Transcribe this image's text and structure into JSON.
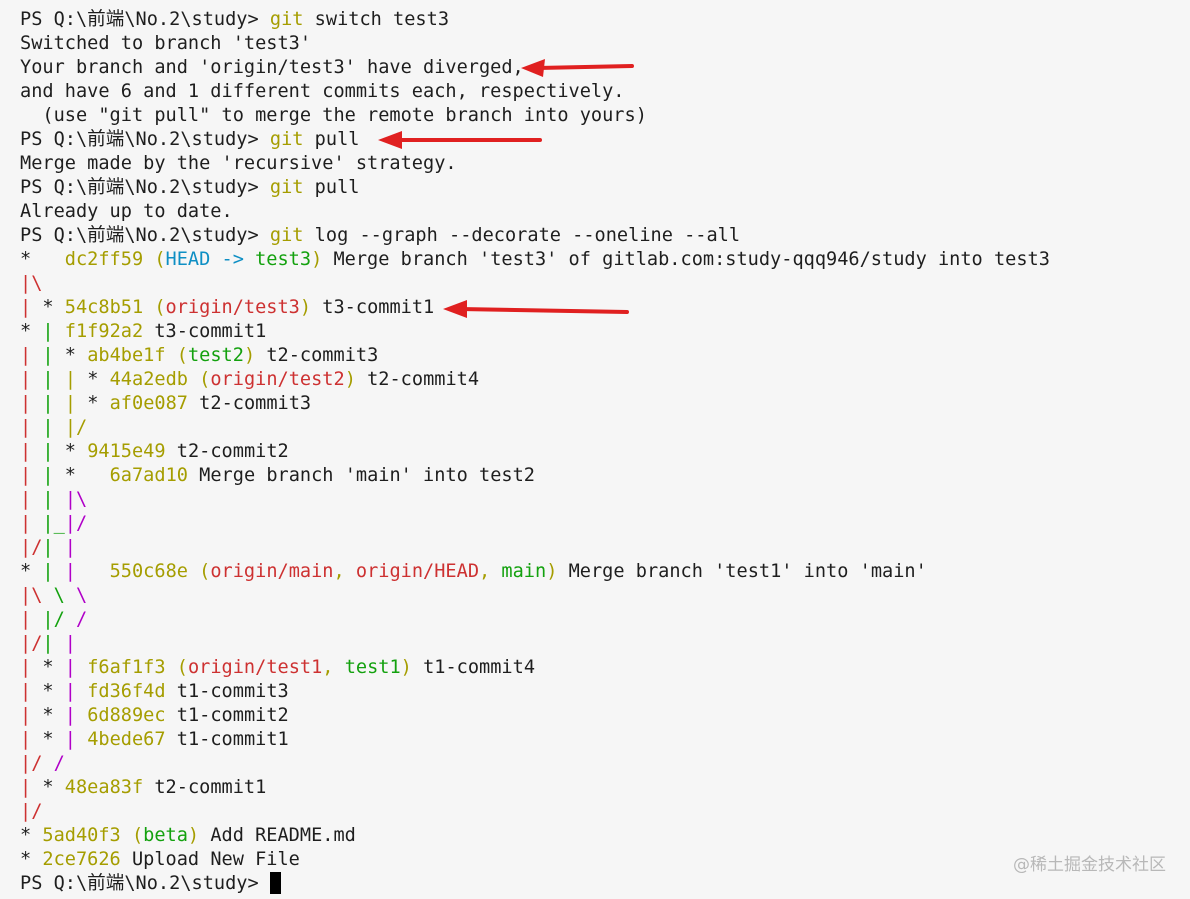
{
  "terminal": {
    "lines": [
      [
        {
          "t": "PS Q:\\前端\\No.2\\study> "
        },
        {
          "t": "git",
          "c": "y"
        },
        {
          "t": " switch test3"
        }
      ],
      [
        {
          "t": "Switched to branch 'test3'"
        }
      ],
      [
        {
          "t": "Your branch and 'origin/test3' have diverged,"
        }
      ],
      [
        {
          "t": "and have 6 and 1 different commits each, respectively."
        }
      ],
      [
        {
          "t": "  (use \"git pull\" to merge the remote branch into yours)"
        }
      ],
      [
        {
          "t": "PS Q:\\前端\\No.2\\study> "
        },
        {
          "t": "git",
          "c": "y"
        },
        {
          "t": " pull"
        }
      ],
      [
        {
          "t": "Merge made by the 'recursive' strategy."
        }
      ],
      [
        {
          "t": "PS Q:\\前端\\No.2\\study> "
        },
        {
          "t": "git",
          "c": "y"
        },
        {
          "t": " pull"
        }
      ],
      [
        {
          "t": "Already up to date."
        }
      ],
      [
        {
          "t": "PS Q:\\前端\\No.2\\study> "
        },
        {
          "t": "git",
          "c": "y"
        },
        {
          "t": " log --graph --decorate --oneline --all"
        }
      ],
      [
        {
          "t": "*   "
        },
        {
          "t": "dc2ff59 (",
          "c": "y"
        },
        {
          "t": "HEAD -> ",
          "c": "c"
        },
        {
          "t": "test3",
          "c": "g"
        },
        {
          "t": ")",
          "c": "y"
        },
        {
          "t": " Merge branch 'test3' of gitlab.com:study-qqq946/study into test3"
        }
      ],
      [
        {
          "t": "|\\",
          "c": "r"
        }
      ],
      [
        {
          "t": "|",
          "c": "r"
        },
        {
          "t": " * "
        },
        {
          "t": "54c8b51 (",
          "c": "y"
        },
        {
          "t": "origin/test3",
          "c": "r"
        },
        {
          "t": ")",
          "c": "y"
        },
        {
          "t": " t3-commit1"
        }
      ],
      [
        {
          "t": "* "
        },
        {
          "t": "|",
          "c": "g"
        },
        {
          "t": " "
        },
        {
          "t": "f1f92a2",
          "c": "y"
        },
        {
          "t": " t3-commit1"
        }
      ],
      [
        {
          "t": "|",
          "c": "r"
        },
        {
          "t": " "
        },
        {
          "t": "|",
          "c": "g"
        },
        {
          "t": " * "
        },
        {
          "t": "ab4be1f (",
          "c": "y"
        },
        {
          "t": "test2",
          "c": "g"
        },
        {
          "t": ")",
          "c": "y"
        },
        {
          "t": " t2-commit3"
        }
      ],
      [
        {
          "t": "|",
          "c": "r"
        },
        {
          "t": " "
        },
        {
          "t": "|",
          "c": "g"
        },
        {
          "t": " "
        },
        {
          "t": "|",
          "c": "y"
        },
        {
          "t": " * "
        },
        {
          "t": "44a2edb (",
          "c": "y"
        },
        {
          "t": "origin/test2",
          "c": "r"
        },
        {
          "t": ")",
          "c": "y"
        },
        {
          "t": " t2-commit4"
        }
      ],
      [
        {
          "t": "|",
          "c": "r"
        },
        {
          "t": " "
        },
        {
          "t": "|",
          "c": "g"
        },
        {
          "t": " "
        },
        {
          "t": "|",
          "c": "y"
        },
        {
          "t": " * "
        },
        {
          "t": "af0e087",
          "c": "y"
        },
        {
          "t": " t2-commit3"
        }
      ],
      [
        {
          "t": "|",
          "c": "r"
        },
        {
          "t": " "
        },
        {
          "t": "|",
          "c": "g"
        },
        {
          "t": " "
        },
        {
          "t": "|/",
          "c": "y"
        }
      ],
      [
        {
          "t": "|",
          "c": "r"
        },
        {
          "t": " "
        },
        {
          "t": "|",
          "c": "g"
        },
        {
          "t": " * "
        },
        {
          "t": "9415e49",
          "c": "y"
        },
        {
          "t": " t2-commit2"
        }
      ],
      [
        {
          "t": "|",
          "c": "r"
        },
        {
          "t": " "
        },
        {
          "t": "|",
          "c": "g"
        },
        {
          "t": " *   "
        },
        {
          "t": "6a7ad10",
          "c": "y"
        },
        {
          "t": " Merge branch 'main' into test2"
        }
      ],
      [
        {
          "t": "|",
          "c": "r"
        },
        {
          "t": " "
        },
        {
          "t": "|",
          "c": "g"
        },
        {
          "t": " "
        },
        {
          "t": "|\\",
          "c": "m"
        }
      ],
      [
        {
          "t": "|",
          "c": "r"
        },
        {
          "t": " "
        },
        {
          "t": "|_",
          "c": "g"
        },
        {
          "t": "|/",
          "c": "m"
        }
      ],
      [
        {
          "t": "|/",
          "c": "r"
        },
        {
          "t": "|",
          "c": "g"
        },
        {
          "t": " "
        },
        {
          "t": "|",
          "c": "m"
        }
      ],
      [
        {
          "t": "* "
        },
        {
          "t": "|",
          "c": "g"
        },
        {
          "t": " "
        },
        {
          "t": "|",
          "c": "m"
        },
        {
          "t": "   "
        },
        {
          "t": "550c68e (",
          "c": "y"
        },
        {
          "t": "origin/main",
          "c": "r"
        },
        {
          "t": ", ",
          "c": "y"
        },
        {
          "t": "origin/HEAD",
          "c": "r"
        },
        {
          "t": ", ",
          "c": "y"
        },
        {
          "t": "main",
          "c": "g"
        },
        {
          "t": ")",
          "c": "y"
        },
        {
          "t": " Merge branch 'test1' into 'main'"
        }
      ],
      [
        {
          "t": "|\\",
          "c": "r"
        },
        {
          "t": " "
        },
        {
          "t": "\\",
          "c": "g"
        },
        {
          "t": " "
        },
        {
          "t": "\\",
          "c": "m"
        }
      ],
      [
        {
          "t": "|",
          "c": "r"
        },
        {
          "t": " "
        },
        {
          "t": "|/",
          "c": "g"
        },
        {
          "t": " "
        },
        {
          "t": "/",
          "c": "m"
        }
      ],
      [
        {
          "t": "|/",
          "c": "r"
        },
        {
          "t": "|",
          "c": "g"
        },
        {
          "t": " "
        },
        {
          "t": "|",
          "c": "m"
        }
      ],
      [
        {
          "t": "|",
          "c": "r"
        },
        {
          "t": " * "
        },
        {
          "t": "|",
          "c": "m"
        },
        {
          "t": " "
        },
        {
          "t": "f6af1f3 (",
          "c": "y"
        },
        {
          "t": "origin/test1",
          "c": "r"
        },
        {
          "t": ", ",
          "c": "y"
        },
        {
          "t": "test1",
          "c": "g"
        },
        {
          "t": ")",
          "c": "y"
        },
        {
          "t": " t1-commit4"
        }
      ],
      [
        {
          "t": "|",
          "c": "r"
        },
        {
          "t": " * "
        },
        {
          "t": "|",
          "c": "m"
        },
        {
          "t": " "
        },
        {
          "t": "fd36f4d",
          "c": "y"
        },
        {
          "t": " t1-commit3"
        }
      ],
      [
        {
          "t": "|",
          "c": "r"
        },
        {
          "t": " * "
        },
        {
          "t": "|",
          "c": "m"
        },
        {
          "t": " "
        },
        {
          "t": "6d889ec",
          "c": "y"
        },
        {
          "t": " t1-commit2"
        }
      ],
      [
        {
          "t": "|",
          "c": "r"
        },
        {
          "t": " * "
        },
        {
          "t": "|",
          "c": "m"
        },
        {
          "t": " "
        },
        {
          "t": "4bede67",
          "c": "y"
        },
        {
          "t": " t1-commit1"
        }
      ],
      [
        {
          "t": "|/",
          "c": "r"
        },
        {
          "t": " "
        },
        {
          "t": "/",
          "c": "m"
        }
      ],
      [
        {
          "t": "|",
          "c": "r"
        },
        {
          "t": " * "
        },
        {
          "t": "48ea83f",
          "c": "y"
        },
        {
          "t": " t2-commit1"
        }
      ],
      [
        {
          "t": "|/",
          "c": "r"
        }
      ],
      [
        {
          "t": "* "
        },
        {
          "t": "5ad40f3 (",
          "c": "y"
        },
        {
          "t": "beta",
          "c": "g"
        },
        {
          "t": ")",
          "c": "y"
        },
        {
          "t": " Add README.md"
        }
      ],
      [
        {
          "t": "* "
        },
        {
          "t": "2ce7626",
          "c": "y"
        },
        {
          "t": " Upload New File"
        }
      ],
      [
        {
          "t": "PS Q:\\前端\\No.2\\study> "
        }
      ]
    ]
  },
  "watermark": "@稀土掘金技术社区",
  "colors": {
    "background": "#f6f6f6",
    "text": "#1e1e1e",
    "hash_yellow": "#a59d00",
    "graph_red": "#cd3131",
    "branch_green": "#13a10e",
    "head_cyan": "#0e8fc4",
    "graph_magenta": "#b000c8",
    "arrow_red": "#e02020"
  }
}
